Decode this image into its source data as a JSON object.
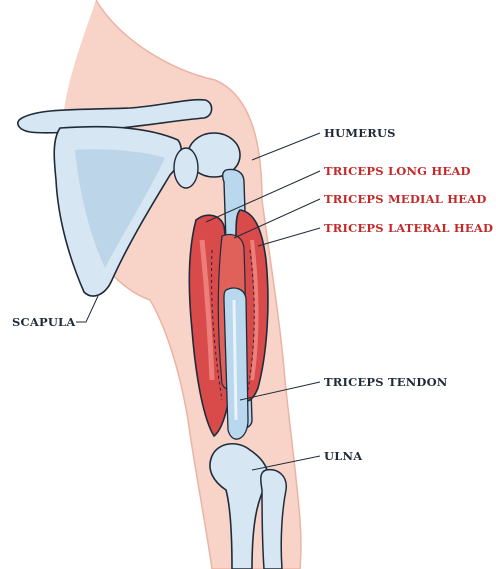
{
  "colors": {
    "skin": "#f7d3c8",
    "skin_edge": "#ecb3a4",
    "bone": "#d6e6f3",
    "bone_dark": "#a9c6e0",
    "muscle": "#d94a4a",
    "muscle_light": "#f08c84",
    "tendon": "#b9d8ee",
    "outline": "#1f2b3a",
    "label_dark": "#1f2b3a",
    "label_red": "#c62828"
  },
  "labels": {
    "humerus": "HUMERUS",
    "triceps_long_head": "TRICEPS LONG HEAD",
    "triceps_medial_head": "TRICEPS MEDIAL HEAD",
    "triceps_lateral_head": "TRICEPS LATERAL HEAD",
    "triceps_tendon": "TRICEPS TENDON",
    "ulna": "ULNA",
    "scapula": "SCAPULA"
  }
}
